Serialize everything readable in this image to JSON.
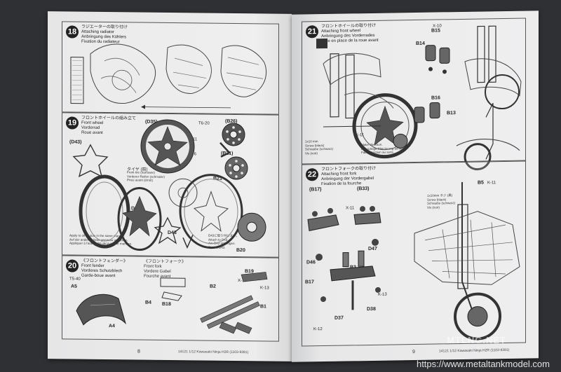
{
  "left_page": {
    "page_number": "8",
    "footer": "14121  1/12 Kawasaki Ninja H2R (1103-9391)",
    "step18": {
      "number": "18",
      "caption": "ラジエーターの取り付け\nAttaching radiator\nAnbringung des Kühlers\nFixation du radiateur"
    },
    "step19": {
      "number": "19",
      "caption": "フロントホイールの組み立て\nFront wheel\nVorderrad\nRoue avant",
      "labels": {
        "d35_top": "(D35)",
        "d43": "(D43)",
        "b26": "(B26)",
        "b21_paren": "(B21)",
        "b21": "B21",
        "d35": "D35",
        "d43b": "D43",
        "b20": "B20",
        "tire": "タイヤ (前)",
        "k11": "K-11",
        "t620": "T6-20",
        "t6": "T6"
      },
      "notes": {
        "tire_note": "Front tire (narrower)\nVorderer Reifen (schmaler)\nPneu avant (étroit)",
        "d43_note": "D43に取り付けます。\nAttach to D43.\nAm D43 anbringen.\nFixer à D43.",
        "apply_note": "Apply to other side in the same manner.\nAuf der anderen Seite genauso verfahren.\nAppliquer à l'autre côté de la même manière."
      }
    },
    "step20": {
      "number": "20",
      "caption": "《フロントフェンダー》\nFront fender\nVorderes Schutzblech\nGarde-boue avant",
      "fork_caption": "《フロントフォーク》\nFront fork\nVordere Gabel\nFourche avant",
      "labels": {
        "a5": "A5",
        "a4": "A4",
        "b4": "B4",
        "b18": "B18",
        "b19": "B19",
        "b2": "B2",
        "b1": "B1",
        "t540": "T5-40",
        "x10": "X-10",
        "k13": "K-13"
      }
    }
  },
  "right_page": {
    "page_number": "9",
    "footer": "14121  1/12 Kawasaki Ninja H2R (1103-9391)",
    "step21": {
      "number": "21",
      "caption": "フロントホイールの取り付け\nAttaching front wheel\nAnbringung des Vorderrades\nMise en place de la roue avant",
      "labels": {
        "b15": "B15",
        "b14": "B14",
        "b16": "B16",
        "b13": "B13",
        "x10": "X-10",
        "x11": "X-11"
      },
      "notes": {
        "screw": "1x10 mm\nScrew (black)\nSchraube (schwarz)\nVis (noir)",
        "brake": "Make direction.\nAuf richtige Platzierung achten.\nFaire attention au sens."
      }
    },
    "step22": {
      "number": "22",
      "caption": "フロントフォークの取り付け\nAttaching front fork\nAnbringung der Vordergabel\nFixation de la fourche",
      "labels": {
        "b17": "(B17)",
        "b33": "(B33)",
        "d46": "D46",
        "d47": "D47",
        "b3": "B3",
        "b17b": "B17",
        "d37": "D37",
        "d38": "D38",
        "b5": "B5",
        "k11": "K-11",
        "k13": "K-13",
        "k12": "K-12",
        "x11": "X-11"
      },
      "notes": {
        "screw": "1x10mm ネジ (黒)\nScrew (black)\nSchraube (schwarz)\nVis (noir)"
      }
    }
  },
  "watermark": {
    "brand": "MTLNG.NET",
    "url": "https://www.metaltankmodel.com"
  }
}
